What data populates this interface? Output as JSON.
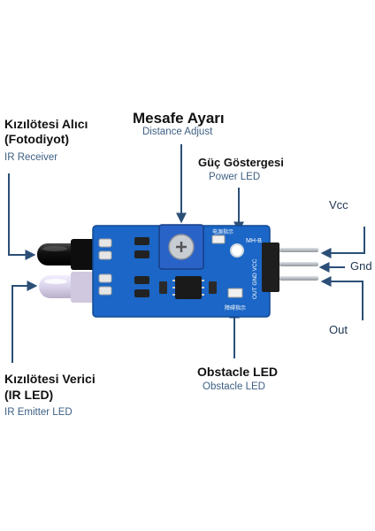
{
  "labels": {
    "ir_receiver": {
      "tr_line1": "Kızılötesi Alıcı",
      "tr_line2": "(Fotodiyot)",
      "en": "IR Receiver"
    },
    "distance_adjust": {
      "tr": "Mesafe Ayarı",
      "en": "Distance Adjust"
    },
    "power_led": {
      "tr": "Güç Göstergesi",
      "en": "Power LED"
    },
    "ir_emitter": {
      "tr_line1": "Kızılötesi Verici",
      "tr_line2": "(IR LED)",
      "en": "IR Emitter LED"
    },
    "obstacle_led": {
      "tr": "Obstacle LED",
      "en": "Obstacle LED"
    }
  },
  "pins": {
    "vcc": "Vcc",
    "gnd": "Gnd",
    "out": "Out"
  },
  "board": {
    "model": "MH-B",
    "pin_print": "OUT GND VCC",
    "silk_power": "电源指示",
    "silk_obstacle": "障碍指示"
  },
  "colors": {
    "pcb": "#1b66c6",
    "arrow": "#2b4f77",
    "potentiometer": "#2a63c8",
    "pin_header": "#1e1e1e",
    "pins_metal": "#b8bec6"
  },
  "icons": {
    "arrowhead": "arrow-icon",
    "pot_screw": "cross-screw-icon"
  }
}
